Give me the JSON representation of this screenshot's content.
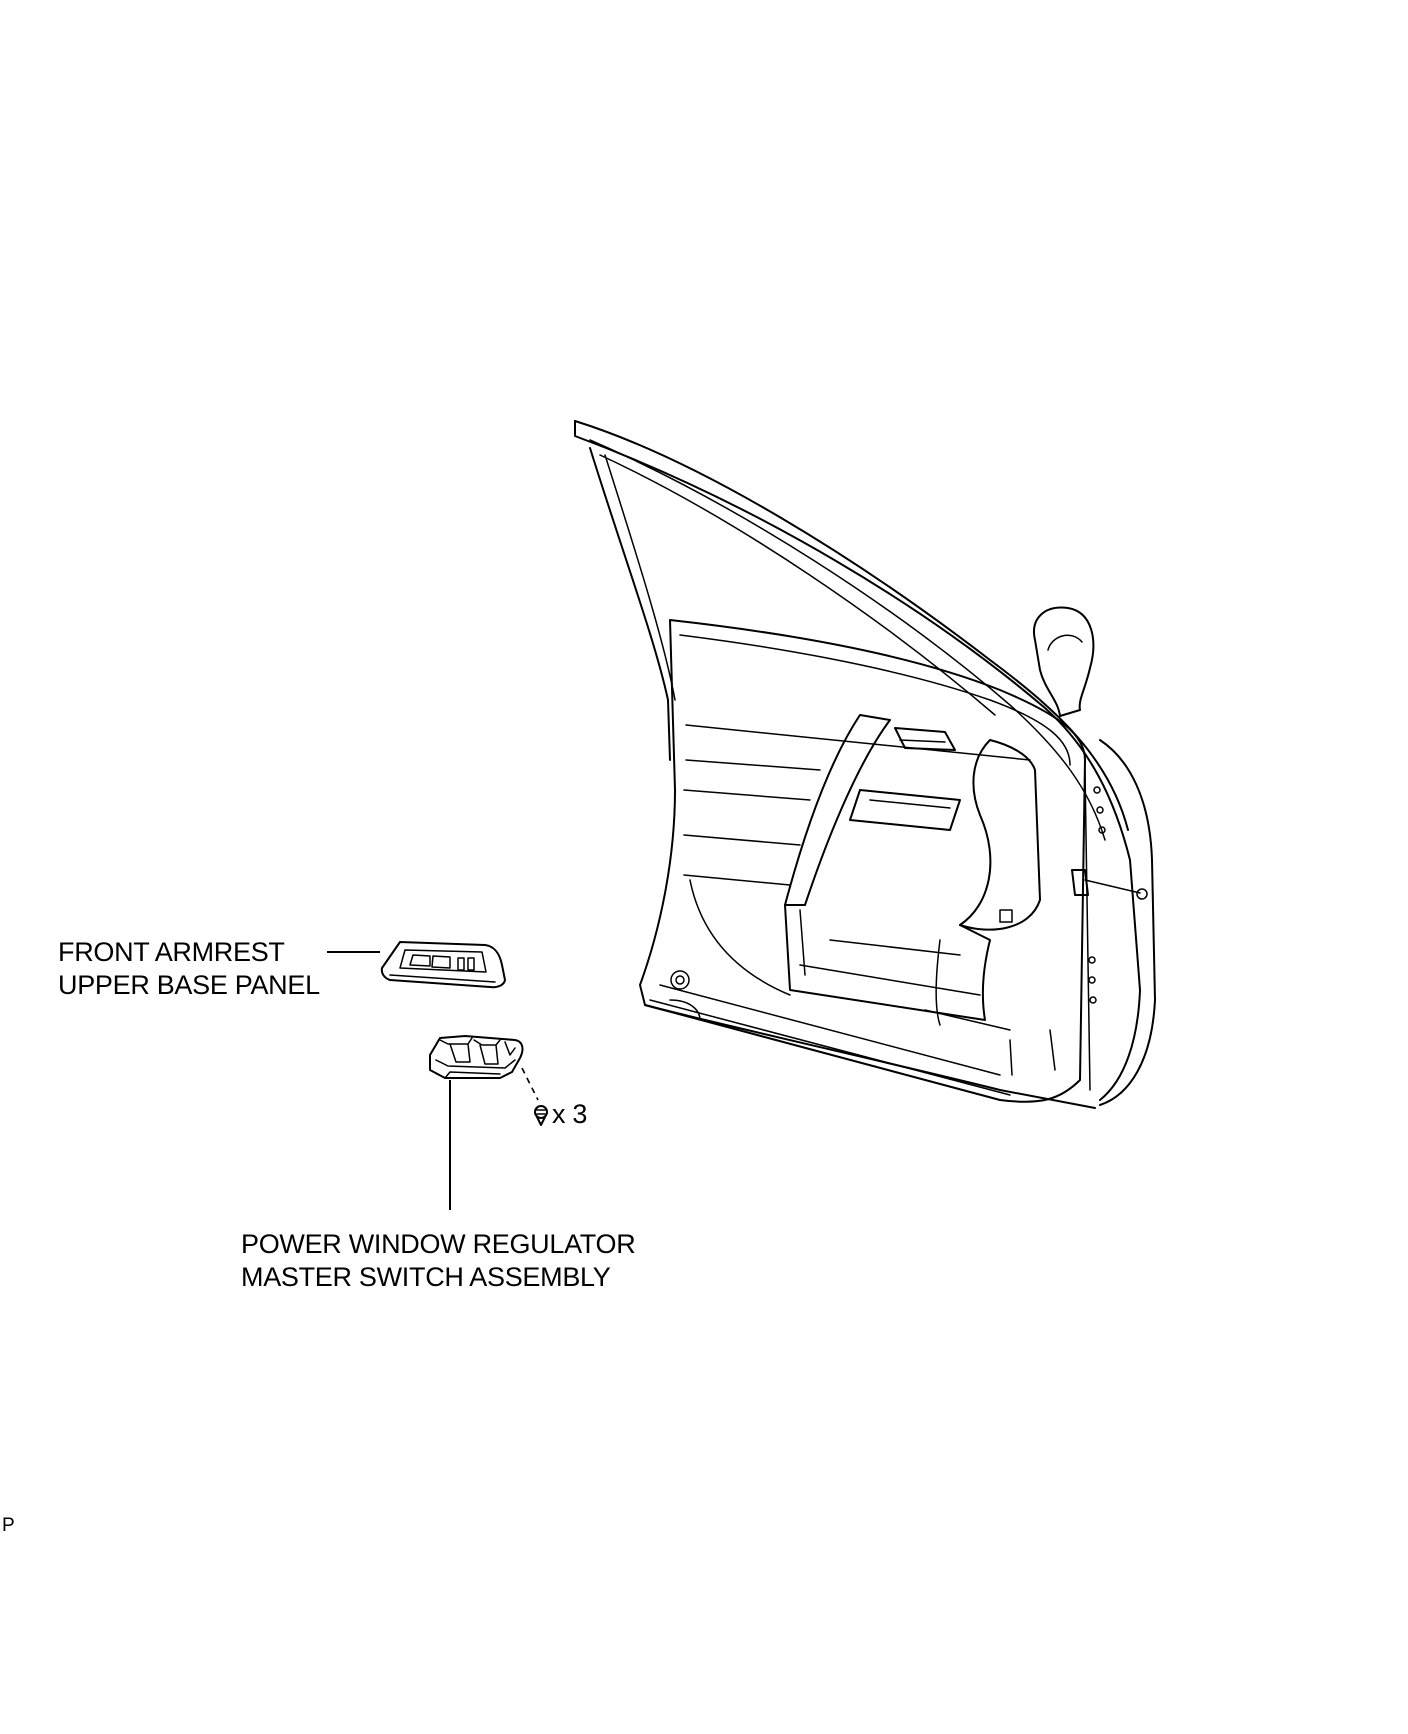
{
  "callouts": {
    "armrest": {
      "line1": "FRONT ARMREST",
      "line2": "UPPER BASE PANEL"
    },
    "switch": {
      "line1": "POWER WINDOW REGULATOR",
      "line2": "MASTER SWITCH ASSEMBLY"
    },
    "screw_quantity": "x 3"
  },
  "figure_code": "P",
  "icons": [
    "front-door-illustration",
    "armrest-panel-illustration",
    "master-switch-illustration",
    "screw-icon"
  ]
}
